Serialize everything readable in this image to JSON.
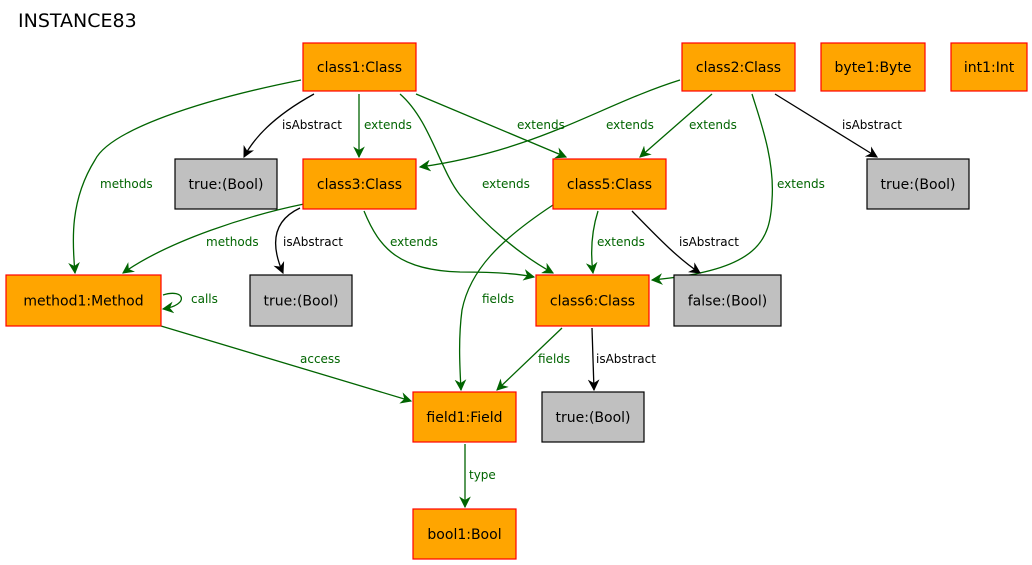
{
  "title": "INSTANCE83",
  "colors": {
    "object_fill": "#ffa500",
    "object_stroke": "#ff0000",
    "value_fill": "#c0c0c0",
    "value_stroke": "#000000",
    "reference_edge": "#006400",
    "attribute_edge": "#000000"
  },
  "nodes": [
    {
      "id": "class1",
      "label": "class1:Class",
      "kind": "object"
    },
    {
      "id": "class2",
      "label": "class2:Class",
      "kind": "object"
    },
    {
      "id": "byte1",
      "label": "byte1:Byte",
      "kind": "object"
    },
    {
      "id": "int1",
      "label": "int1:Int",
      "kind": "object"
    },
    {
      "id": "true1",
      "label": "true:(Bool)",
      "kind": "value"
    },
    {
      "id": "class3",
      "label": "class3:Class",
      "kind": "object"
    },
    {
      "id": "class5",
      "label": "class5:Class",
      "kind": "object"
    },
    {
      "id": "true2",
      "label": "true:(Bool)",
      "kind": "value"
    },
    {
      "id": "method1",
      "label": "method1:Method",
      "kind": "object"
    },
    {
      "id": "true3",
      "label": "true:(Bool)",
      "kind": "value"
    },
    {
      "id": "class6",
      "label": "class6:Class",
      "kind": "object"
    },
    {
      "id": "false1",
      "label": "false:(Bool)",
      "kind": "value"
    },
    {
      "id": "field1",
      "label": "field1:Field",
      "kind": "object"
    },
    {
      "id": "true4",
      "label": "true:(Bool)",
      "kind": "value"
    },
    {
      "id": "bool1",
      "label": "bool1:Bool",
      "kind": "object"
    }
  ],
  "edges": [
    {
      "from": "class1",
      "to": "true1",
      "label": "isAbstract",
      "kind": "attribute"
    },
    {
      "from": "class1",
      "to": "class3",
      "label": "extends",
      "kind": "reference"
    },
    {
      "from": "class1",
      "to": "class5",
      "label": "extends",
      "kind": "reference"
    },
    {
      "from": "class1",
      "to": "method1",
      "label": "methods",
      "kind": "reference"
    },
    {
      "from": "class1",
      "to": "class6",
      "label": "extends",
      "kind": "reference"
    },
    {
      "from": "class2",
      "to": "class3",
      "label": "extends",
      "kind": "reference"
    },
    {
      "from": "class2",
      "to": "class5",
      "label": "extends",
      "kind": "reference"
    },
    {
      "from": "class2",
      "to": "true2",
      "label": "isAbstract",
      "kind": "attribute"
    },
    {
      "from": "class2",
      "to": "class6",
      "label": "extends",
      "kind": "reference"
    },
    {
      "from": "class3",
      "to": "method1",
      "label": "methods",
      "kind": "reference"
    },
    {
      "from": "class3",
      "to": "true3",
      "label": "isAbstract",
      "kind": "attribute"
    },
    {
      "from": "class3",
      "to": "class6",
      "label": "extends",
      "kind": "reference"
    },
    {
      "from": "class5",
      "to": "field1",
      "label": "fields",
      "kind": "reference"
    },
    {
      "from": "class5",
      "to": "class6",
      "label": "extends",
      "kind": "reference"
    },
    {
      "from": "class5",
      "to": "false1",
      "label": "isAbstract",
      "kind": "attribute"
    },
    {
      "from": "method1",
      "to": "method1",
      "label": "calls",
      "kind": "reference"
    },
    {
      "from": "method1",
      "to": "field1",
      "label": "access",
      "kind": "reference"
    },
    {
      "from": "class6",
      "to": "field1",
      "label": "fields",
      "kind": "reference"
    },
    {
      "from": "class6",
      "to": "true4",
      "label": "isAbstract",
      "kind": "attribute"
    },
    {
      "from": "field1",
      "to": "bool1",
      "label": "type",
      "kind": "reference"
    }
  ]
}
